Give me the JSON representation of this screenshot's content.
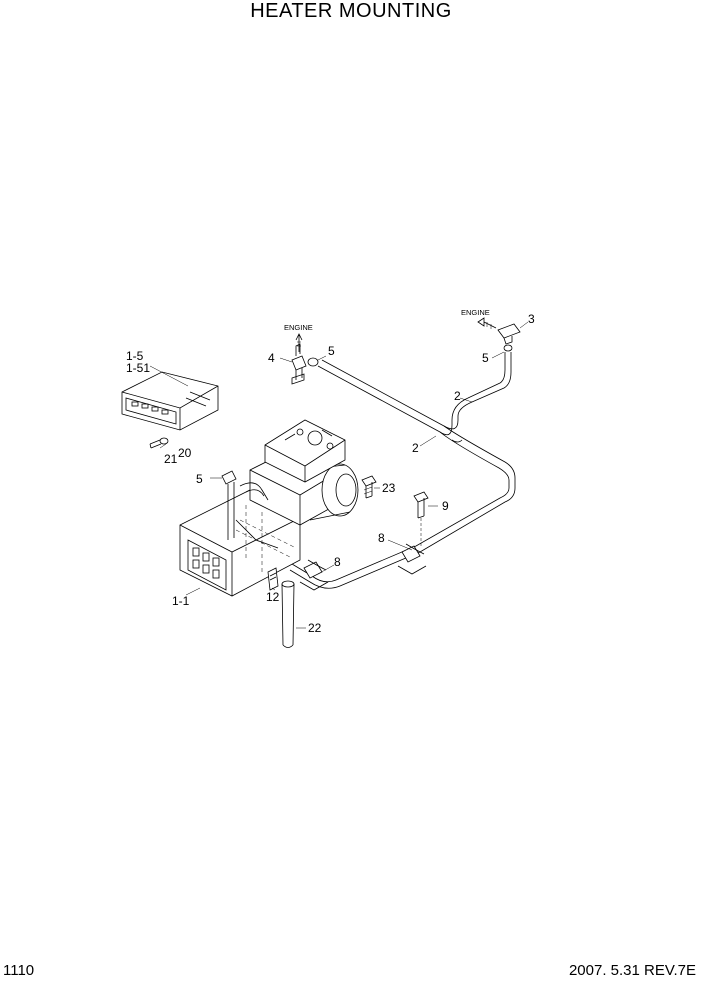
{
  "header": {
    "title": "HEATER MOUNTING"
  },
  "footer": {
    "page_number": "1110",
    "date_rev": "2007. 5.31  REV.7E"
  },
  "callouts": {
    "c1_5": "1-5",
    "c1_51": "1-51",
    "c20": "20",
    "c21": "21",
    "c5_left": "5",
    "c1_1": "1-1",
    "c12": "12",
    "c22": "22",
    "c23": "23",
    "c9": "9",
    "c8_a": "8",
    "c8_b": "8",
    "c4": "4",
    "c5_mid": "5",
    "c2_a": "2",
    "c2_b": "2",
    "c5_right": "5",
    "c3": "3"
  },
  "flow_labels": {
    "engine_left": "ENGINE",
    "engine_right": "ENGINE"
  }
}
